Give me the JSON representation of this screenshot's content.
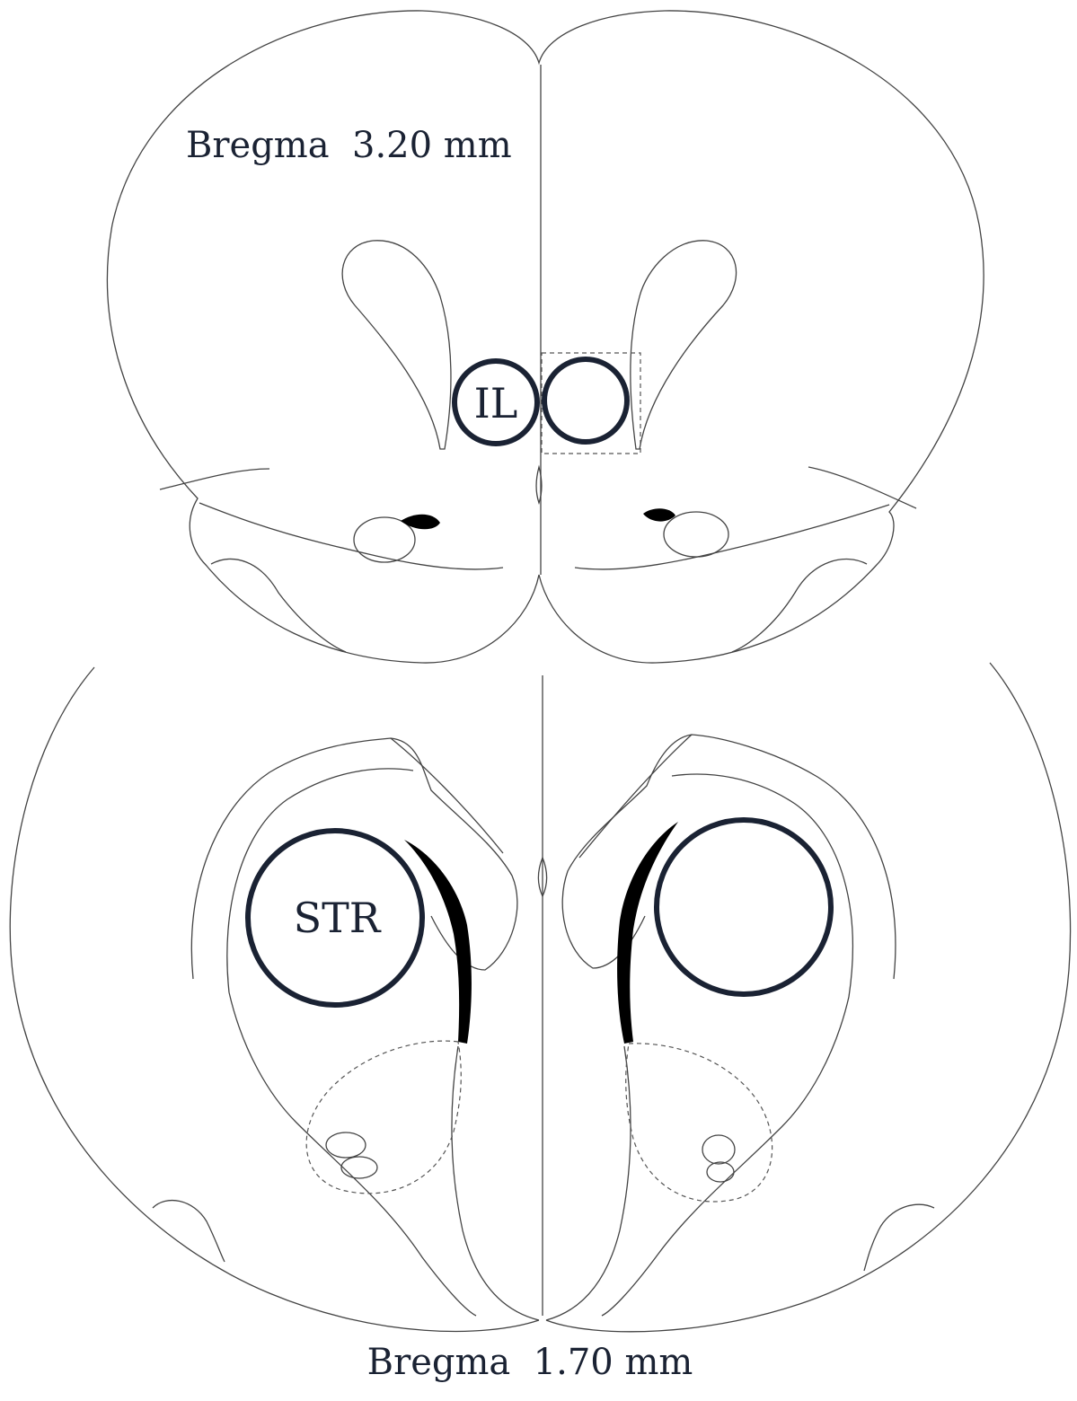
{
  "figure": {
    "top_section": {
      "label": "Bregma  3.20 mm",
      "regions": [
        {
          "id": "il-left",
          "label": "IL"
        },
        {
          "id": "il-right",
          "label": ""
        }
      ]
    },
    "bottom_section": {
      "label": "Bregma  1.70 mm",
      "regions": [
        {
          "id": "str-left",
          "label": "STR"
        },
        {
          "id": "str-right",
          "label": ""
        }
      ]
    },
    "colors": {
      "outline": "#444444",
      "region_ring": "#1a2233",
      "ventricle_fill": "#000000"
    }
  }
}
